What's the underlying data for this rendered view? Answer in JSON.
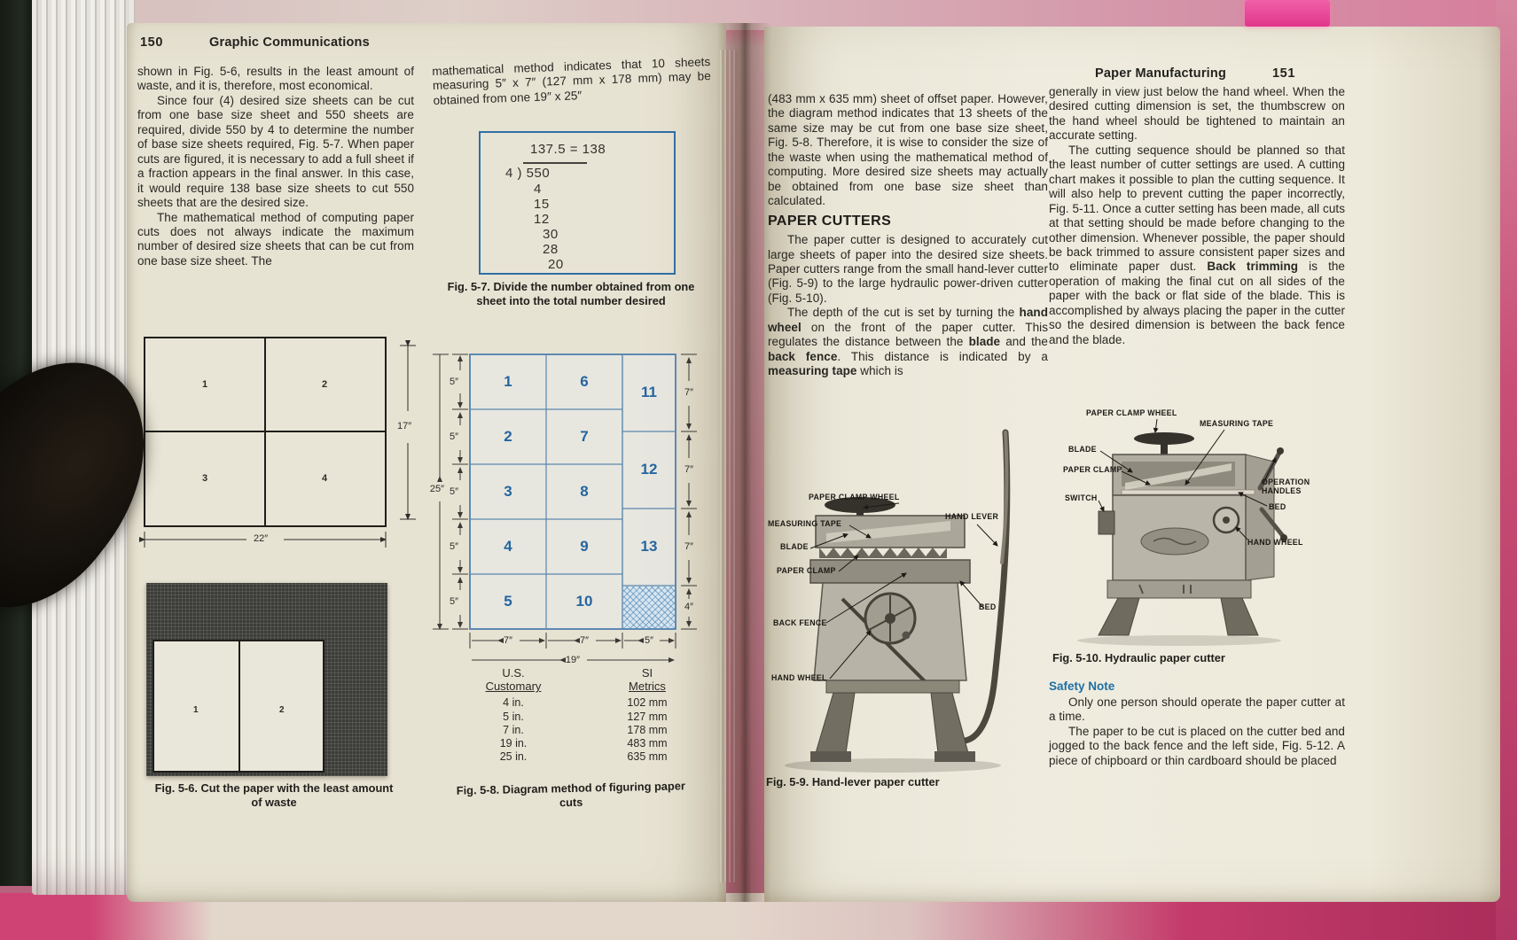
{
  "left_page": {
    "page_number": "150",
    "running_head": "Graphic Communications",
    "col1": {
      "para1": "shown in Fig. 5-6, results in the least amount of waste, and it is, therefore, most economical.",
      "para2": "Since four (4) desired size sheets can be cut from one base size sheet and 550 sheets are required, divide 550 by 4 to determine the number of base size sheets required, Fig. 5-7. When paper cuts are figured, it is necessary to add a full sheet if a fraction appears in the final answer. In this case, it would require 138 base size sheets to cut 550 sheets that are the desired size.",
      "para3": "The mathematical method of computing paper cuts does not always indicate the maximum number of desired size sheets that can be cut from one base size sheet. The"
    },
    "col2": {
      "para1": "mathematical method indicates that 10 sheets measuring 5″ x 7″ (127 mm x 178 mm) may be obtained from one 19″ x 25″"
    },
    "fig56": {
      "cells": [
        "1",
        "2",
        "3",
        "4"
      ],
      "width_dim": "22″",
      "height_dim": "17″",
      "waste_cells": [
        "1",
        "2"
      ],
      "caption_line1": "Fig. 5-6. Cut the paper with the least amount",
      "caption_line2": "of waste"
    },
    "fig57": {
      "quotient_line": "137.5 = 138",
      "divisor_line": "4 ) 550",
      "steps": [
        "4",
        "15",
        "12",
        "30",
        "28",
        "20"
      ],
      "caption_line1": "Fig. 5-7. Divide the number obtained from one",
      "caption_line2": "sheet into the total number desired"
    },
    "fig58": {
      "col_a": [
        "1",
        "2",
        "3",
        "4",
        "5"
      ],
      "col_b": [
        "6",
        "7",
        "8",
        "9",
        "10"
      ],
      "col_c": [
        "11",
        "12",
        "13"
      ],
      "left_dims": [
        "5″",
        "5″",
        "5″",
        "5″",
        "5″"
      ],
      "left_total": "25″",
      "right_dims": [
        "7″",
        "7″",
        "7″",
        "4″"
      ],
      "bottom_dims": [
        "7″",
        "7″",
        "5″"
      ],
      "bottom_total": "19″",
      "caption_line1": "Fig. 5-8. Diagram method of figuring paper",
      "caption_line2": "cuts"
    },
    "conversion_table": {
      "us_header1": "U.S.",
      "us_header2": "Customary",
      "si_header1": "SI",
      "si_header2": "Metrics",
      "us_values": [
        "4 in.",
        "5 in.",
        "7 in.",
        "19 in.",
        "25 in."
      ],
      "si_values": [
        "102 mm",
        "127 mm",
        "178 mm",
        "483 mm",
        "635 mm"
      ]
    }
  },
  "right_page": {
    "page_number": "151",
    "running_head": "Paper Manufacturing",
    "col1": {
      "para1": "(483 mm x 635 mm) sheet of offset paper. However, the diagram method indicates that 13 sheets of the same size may be cut from one base size sheet, Fig. 5-8. Therefore, it is wise to consider the size of the waste when using the mathematical method of computing. More desired size sheets may actually be obtained from one base size sheet than calculated.",
      "section_heading": "PAPER CUTTERS",
      "para2": "The paper cutter is designed to accurately cut large sheets of paper into the desired size sheets. Paper cutters range from the small hand-lever cutter (Fig. 5-9) to the large hydraulic power-driven cutter (Fig. 5-10).",
      "para3_segments": [
        {
          "t": "The depth of the cut is set by turning the "
        },
        {
          "t": "hand wheel"
        },
        {
          "t": " on the front of the paper cutter. This regulates the distance between the "
        },
        {
          "t": "blade"
        },
        {
          "t": " and the "
        },
        {
          "t": "back fence"
        },
        {
          "t": ". This distance is indicated by a "
        },
        {
          "t": "measuring tape"
        },
        {
          "t": " which is"
        }
      ]
    },
    "col2": {
      "para1": "generally in view just below the hand wheel. When the desired cutting dimension is set, the thumbscrew on the hand wheel should be tightened to maintain an accurate setting.",
      "para2_segments": [
        {
          "t": "The cutting sequence should be planned so that the least number of cutter settings are used. A cutting chart makes it possible to plan the cutting sequence. It will also help to prevent cutting the paper incorrectly, Fig. 5-11. Once a cutter setting has been made, all cuts at that setting should be made before changing to the other dimension. Whenever possible, the paper should be back trimmed to assure consistent paper sizes and to eliminate paper dust. "
        },
        {
          "t": "Back trimming"
        },
        {
          "t": " is the operation of making the final cut on all sides of the paper with the back or flat side of the blade. This is accomplished by always placing the paper in the cutter so the desired dimension is between the back fence and the blade."
        }
      ]
    },
    "fig59": {
      "labels": [
        "PAPER CLAMP WHEEL",
        "MEASURING TAPE",
        "BLADE",
        "PAPER CLAMP",
        "BACK FENCE",
        "HAND WHEEL",
        "HAND LEVER",
        "BED"
      ],
      "caption": "Fig. 5-9. Hand-lever paper cutter"
    },
    "fig510": {
      "labels": [
        "PAPER CLAMP WHEEL",
        "MEASURING TAPE",
        "BLADE",
        "PAPER CLAMP",
        "OPERATION HANDLES",
        "SWITCH",
        "BED",
        "HAND WHEEL"
      ],
      "caption": "Fig. 5-10. Hydraulic paper cutter"
    },
    "safety": {
      "heading": "Safety Note",
      "para1": "Only one person should operate the paper cutter at a time.",
      "para2": "The paper to be cut is placed on the cutter bed and jogged to the back fence and the left side, Fig. 5-12. A piece of chipboard or thin cardboard should be placed"
    }
  }
}
